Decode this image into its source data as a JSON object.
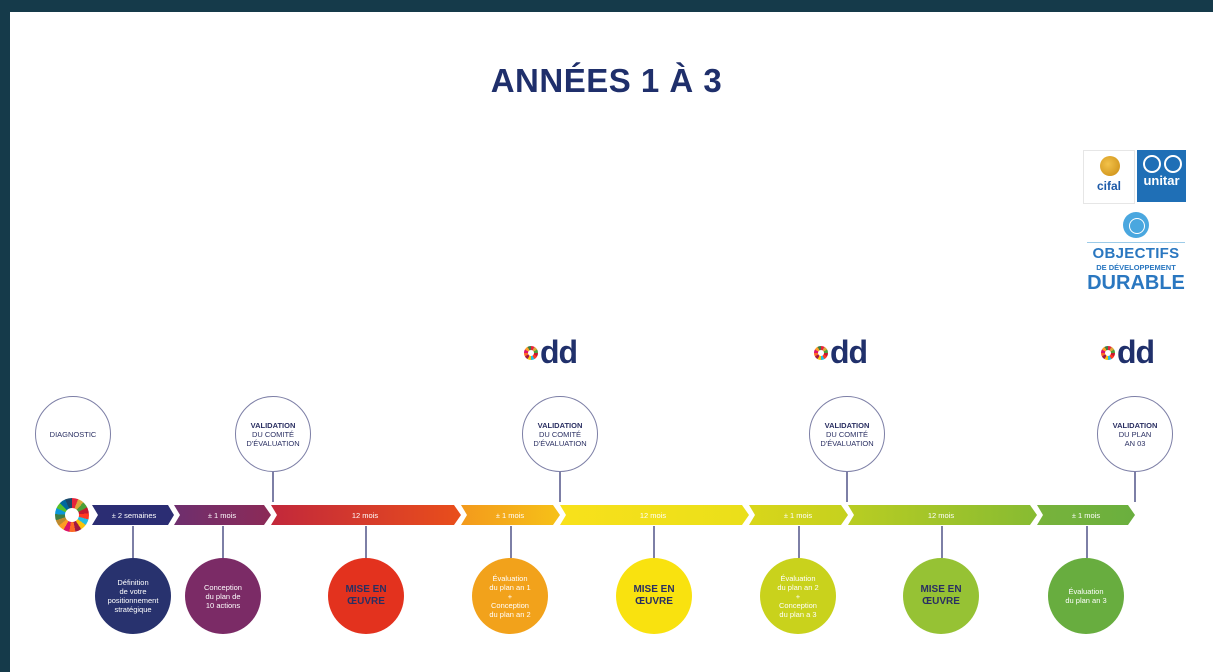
{
  "title": "ANNÉES 1 À 3",
  "logos": {
    "cifal": "cifal",
    "unitar": "unitar",
    "odd_line1": "OBJECTIFS",
    "odd_line2": "DE DÉVELOPPEMENT",
    "odd_line3": "DURABLE",
    "odd_mark": "dd"
  },
  "milestones": [
    {
      "label": "DIAGNOSTIC"
    },
    {
      "bold": "VALIDATION",
      "rest1": "DU COMITÉ",
      "rest2": "D'ÉVALUATION"
    },
    {
      "bold": "VALIDATION",
      "rest1": "DU COMITÉ",
      "rest2": "D'ÉVALUATION"
    },
    {
      "bold": "VALIDATION",
      "rest1": "DU COMITÉ",
      "rest2": "D'ÉVALUATION"
    },
    {
      "bold": "VALIDATION",
      "rest1": "DU PLAN",
      "rest2": "AN 03"
    }
  ],
  "timeline": [
    {
      "label": "± 2 semaines",
      "color": "#2b2d73"
    },
    {
      "label": "± 1 mois",
      "color": "#7a2a66"
    },
    {
      "label": "12 mois",
      "color": "#e0241f"
    },
    {
      "label": "± 1 mois",
      "color": "#f2a21b"
    },
    {
      "label": "12 mois",
      "color": "#f7dc10"
    },
    {
      "label": "± 1 mois",
      "color": "#cfd31a"
    },
    {
      "label": "12 mois",
      "color": "#9ec12e"
    },
    {
      "label": "± 1 mois",
      "color": "#6fb13e"
    }
  ],
  "phases": [
    {
      "lines": [
        "Définition",
        "de votre",
        "positionnement",
        "stratégique"
      ],
      "color": "#28326e"
    },
    {
      "lines": [
        "Conception",
        "du plan de",
        "10 actions"
      ],
      "color": "#7b2b66"
    },
    {
      "big": [
        "MISE EN",
        "ŒUVRE"
      ],
      "color": "#e3321e"
    },
    {
      "lines": [
        "Évaluation",
        "du plan an 1",
        "+",
        "Conception",
        "du plan an 2"
      ],
      "color": "#f2a21b"
    },
    {
      "big": [
        "MISE EN",
        "ŒUVRE"
      ],
      "color": "#f9e20f"
    },
    {
      "lines": [
        "Évaluation",
        "du plan an 2",
        "+",
        "Conception",
        "du plan a 3"
      ],
      "color": "#c9d21c"
    },
    {
      "big": [
        "MISE EN",
        "ŒUVRE"
      ],
      "color": "#96c234"
    },
    {
      "lines": [
        "Évaluation",
        "du plan an 3"
      ],
      "color": "#68ad3f"
    }
  ]
}
